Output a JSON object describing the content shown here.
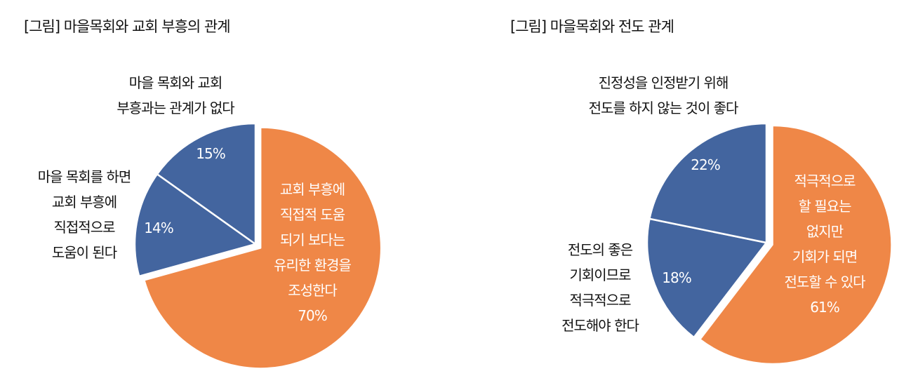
{
  "colors": {
    "orange": "#EF8747",
    "blue": "#43659F"
  },
  "chart_data": [
    {
      "type": "pie",
      "title": "[그림] 마을목회와 교회 부흥의 관계",
      "slices": [
        {
          "label_lines": [
            "교회 부흥에",
            "직접적 도움",
            "되기 보다는",
            "유리한 환경을",
            "조성한다"
          ],
          "value": 70,
          "value_label": "70%",
          "color": "#EF8747",
          "exploded": true
        },
        {
          "label_lines": [
            "마을 목회를 하면",
            "교회 부흥에",
            "직접적으로",
            "도움이 된다"
          ],
          "value": 14,
          "value_label": "14%",
          "color": "#43659F"
        },
        {
          "label_lines": [
            "마을 목회와 교회",
            "부흥과는 관계가 없다"
          ],
          "value": 15,
          "value_label": "15%",
          "color": "#43659F"
        }
      ]
    },
    {
      "type": "pie",
      "title": "[그림] 마을목회와 전도 관계",
      "slices": [
        {
          "label_lines": [
            "적극적으로",
            "할 필요는",
            "없지만",
            "기회가 되면",
            "전도할 수 있다"
          ],
          "value": 61,
          "value_label": "61%",
          "color": "#EF8747",
          "exploded": true
        },
        {
          "label_lines": [
            "전도의 좋은",
            "기회이므로",
            "적극적으로",
            "전도해야 한다"
          ],
          "value": 18,
          "value_label": "18%",
          "color": "#43659F"
        },
        {
          "label_lines": [
            "진정성을 인정받기 위해",
            "전도를 하지 않는 것이 좋다"
          ],
          "value": 22,
          "value_label": "22%",
          "color": "#43659F"
        }
      ]
    }
  ]
}
